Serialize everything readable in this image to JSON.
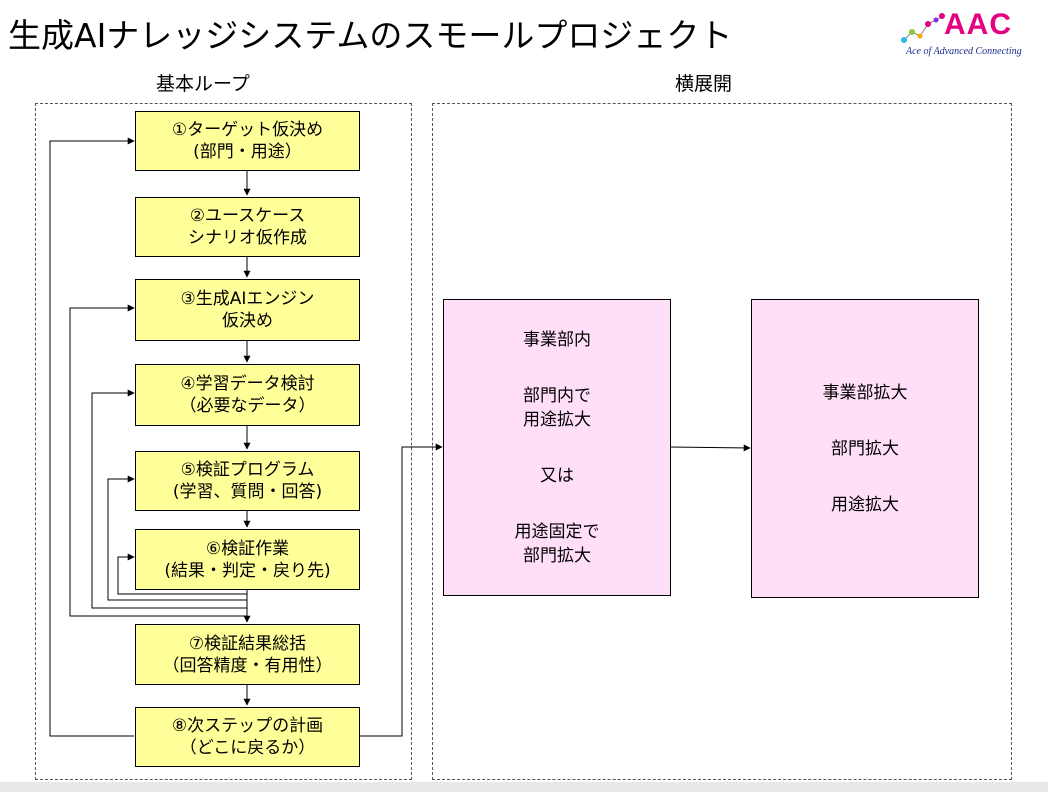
{
  "header": {
    "title": "生成AIナレッジシステムのスモールプロジェクト",
    "logo_text": "AAC",
    "logo_tagline": "Ace of Advanced Connecting",
    "logo_color": "#e4007f"
  },
  "sections": {
    "basic_loop": "基本ループ",
    "expansion": "横展開"
  },
  "steps": [
    {
      "line1": "①ターゲット仮決め",
      "line2": "(部門・用途）"
    },
    {
      "line1": "②ユースケース",
      "line2": "シナリオ仮作成"
    },
    {
      "line1": "③生成AIエンジン",
      "line2": "仮決め"
    },
    {
      "line1": "④学習データ検討",
      "line2": "（必要なデータ）"
    },
    {
      "line1": "⑤検証プログラム",
      "line2": "(学習、質問・回答)"
    },
    {
      "line1": "⑥検証作業",
      "line2": "(結果・判定・戻り先)"
    },
    {
      "line1": "⑦検証結果総括",
      "line2": "（回答精度・有用性）"
    },
    {
      "line1": "⑧次ステップの計画",
      "line2": "（どこに戻るか）"
    }
  ],
  "expansion_box_1": {
    "line1": "事業部内",
    "line2": "部門内で",
    "line3": "用途拡大",
    "line4": "又は",
    "line5": "用途固定で",
    "line6": "部門拡大"
  },
  "expansion_box_2": {
    "line1": "事業部拡大",
    "line2": "部門拡大",
    "line3": "用途拡大"
  },
  "colors": {
    "step_fill": "#ffff99",
    "expansion_fill": "#ffdef8"
  }
}
